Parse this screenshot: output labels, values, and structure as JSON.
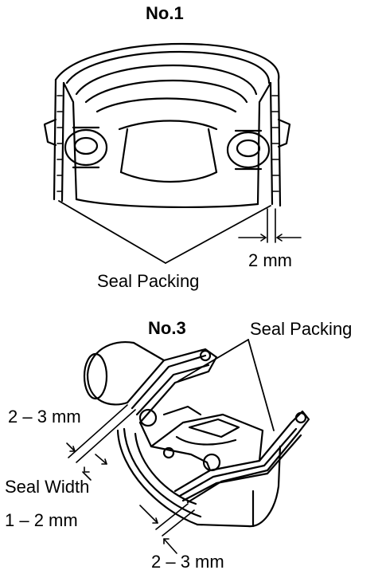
{
  "figure_1": {
    "title": "No.1",
    "dimension_label": "2 mm",
    "callout_label": "Seal Packing"
  },
  "figure_3": {
    "title": "No.3",
    "callout_label": "Seal Packing",
    "dimension_left": "2 – 3 mm",
    "seal_width_label": "Seal Width",
    "seal_width_value": "1 – 2 mm",
    "dimension_bottom": "2 – 3 mm"
  }
}
